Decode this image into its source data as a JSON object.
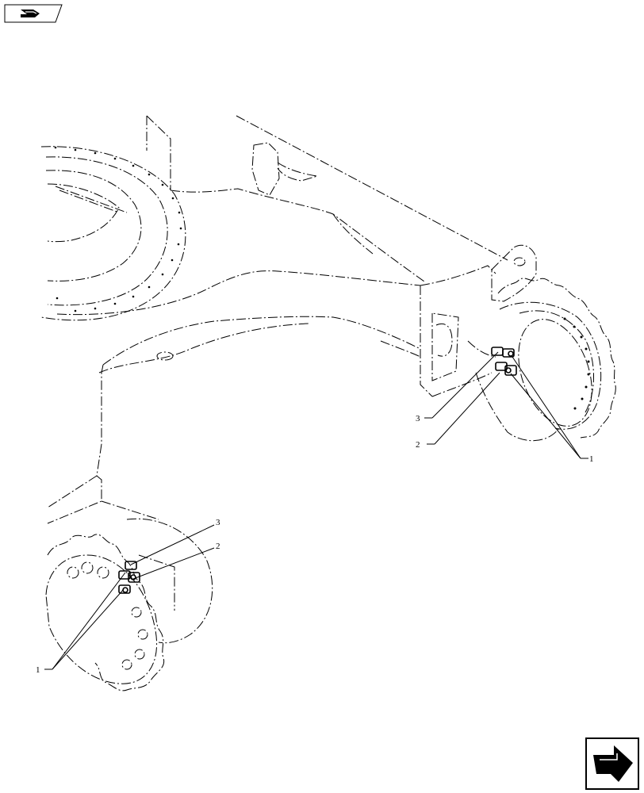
{
  "callouts": {
    "right_3": "3",
    "right_2": "2",
    "right_1": "1",
    "left_3": "3",
    "left_2": "2",
    "left_1": "1"
  },
  "icons": {
    "top_left": "navigation-arrow-icon",
    "bottom_right": "next-page-arrow-icon"
  }
}
